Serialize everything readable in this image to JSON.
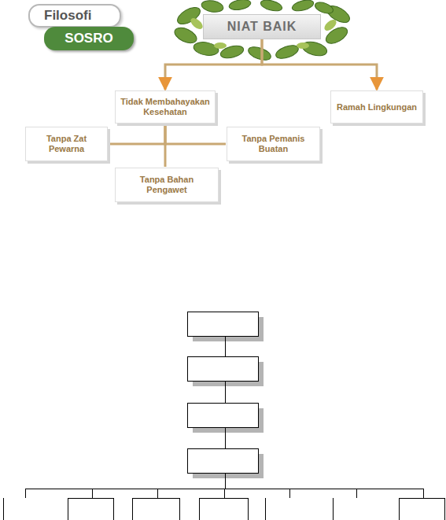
{
  "diagram": {
    "nodes": [
      {
        "text": [
          "Filosofi"
        ]
      },
      {
        "text": [
          "SOSRO"
        ]
      },
      {
        "text": [
          "NIAT BAIK"
        ]
      },
      {
        "text": [
          "Tidak Membahayakan Kesehatan"
        ]
      },
      {
        "text": [
          "Ramah Lingkungan"
        ]
      },
      {
        "text": [
          "Tanpa Zat Pewarna"
        ]
      },
      {
        "text": [
          "Tanpa Pemanis Buatan"
        ]
      },
      {
        "text": [
          "Tanpa Bahan Pengawet"
        ]
      }
    ],
    "edges": [
      {
        "from": 2,
        "to": 3,
        "arrow": "to"
      },
      {
        "from": 2,
        "to": 4,
        "arrow": "to"
      },
      {
        "from": 3,
        "to": 5,
        "arrow": "none"
      },
      {
        "from": 3,
        "to": 6,
        "arrow": "none"
      },
      {
        "from": 3,
        "to": 7,
        "arrow": "none"
      }
    ]
  }
}
